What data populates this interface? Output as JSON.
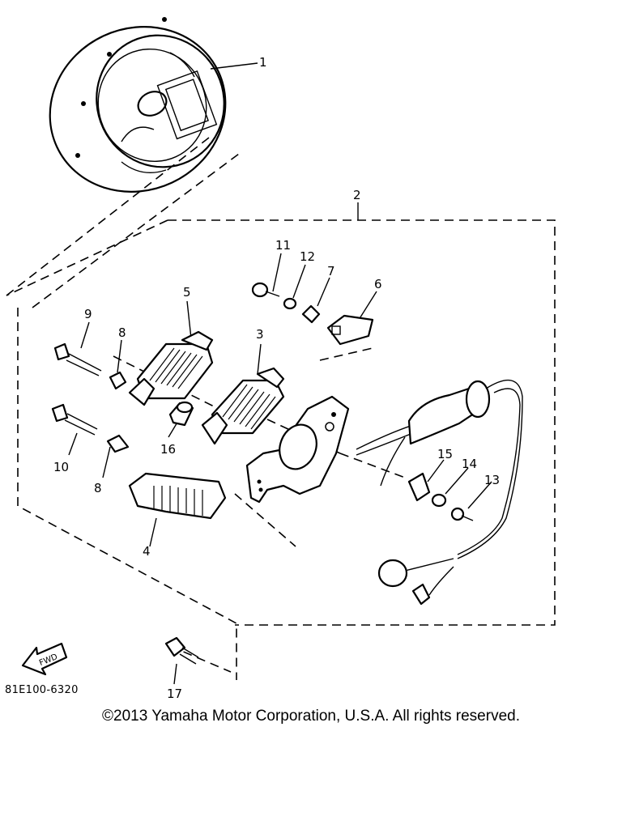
{
  "diagram": {
    "code": "81E100-6320",
    "fwd_label": "FWD",
    "callouts": {
      "p1": "1",
      "p2": "2",
      "p3": "3",
      "p4": "4",
      "p5": "5",
      "p6": "6",
      "p7": "7",
      "p8a": "8",
      "p8b": "8",
      "p9": "9",
      "p10": "10",
      "p11": "11",
      "p12": "12",
      "p13": "13",
      "p14": "14",
      "p15": "15",
      "p16": "16",
      "p17": "17"
    }
  },
  "footer": {
    "copyright": "©2013 Yamaha Motor Corporation, U.S.A. All rights reserved."
  }
}
